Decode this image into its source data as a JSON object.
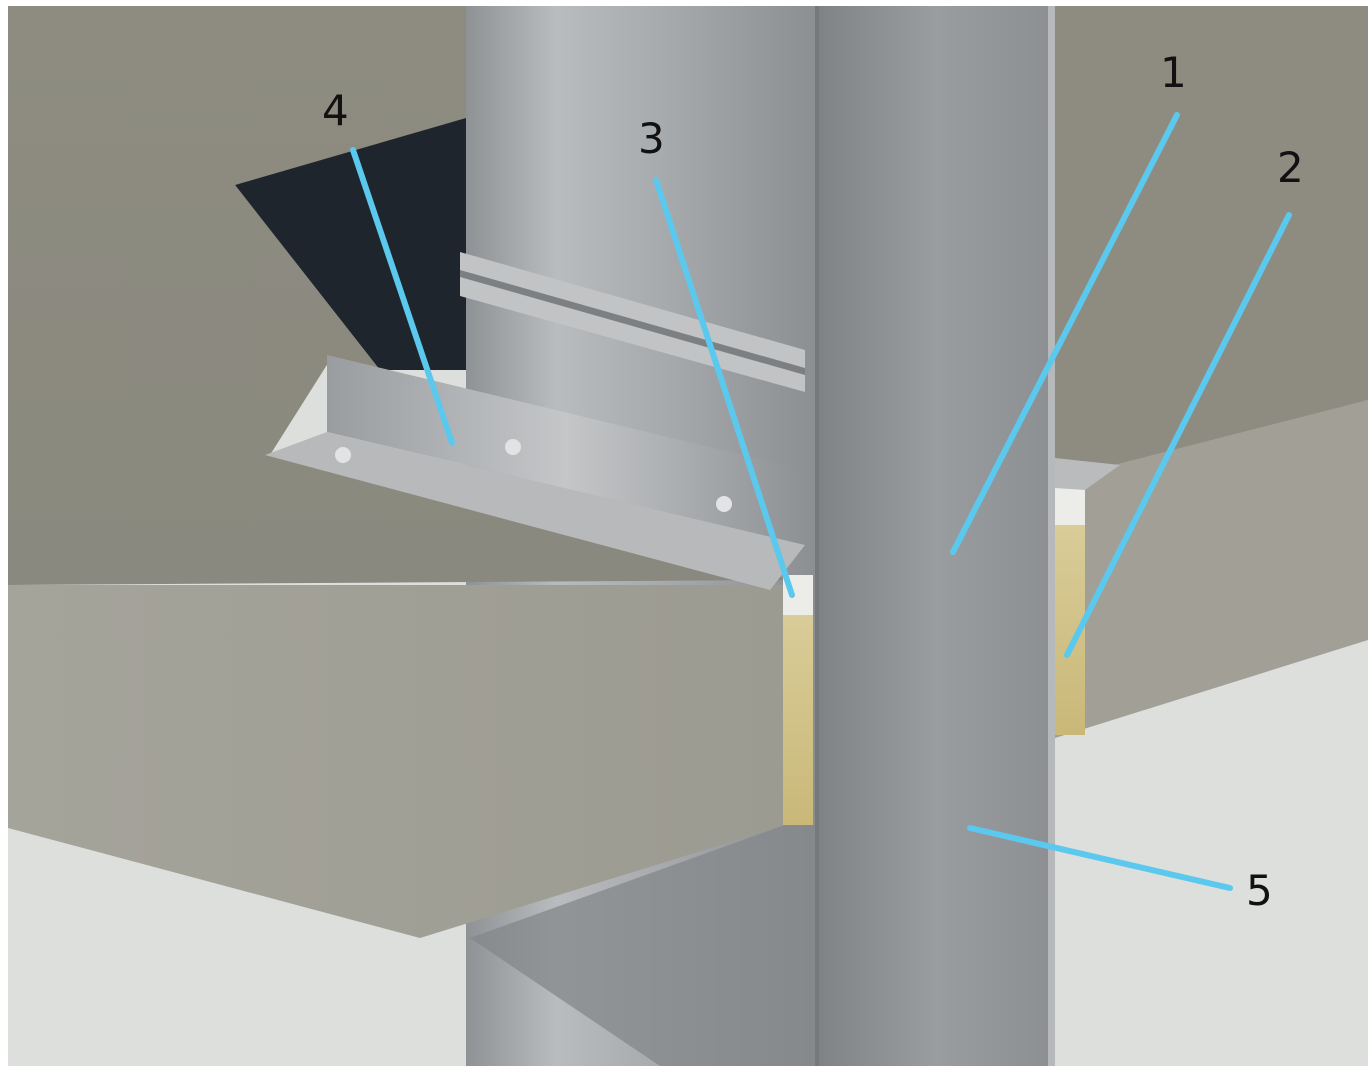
{
  "figure": {
    "callouts": [
      {
        "label": "1"
      },
      {
        "label": "2"
      },
      {
        "label": "3"
      },
      {
        "label": "4"
      },
      {
        "label": "5"
      }
    ]
  },
  "colors": {
    "background": "#dcdfdc",
    "slab": "#8f8e84",
    "slab_edge": "#a2a198",
    "duct": "#9c9fa2",
    "insulation": "#d6c690",
    "leader": "#5bc8ee"
  }
}
